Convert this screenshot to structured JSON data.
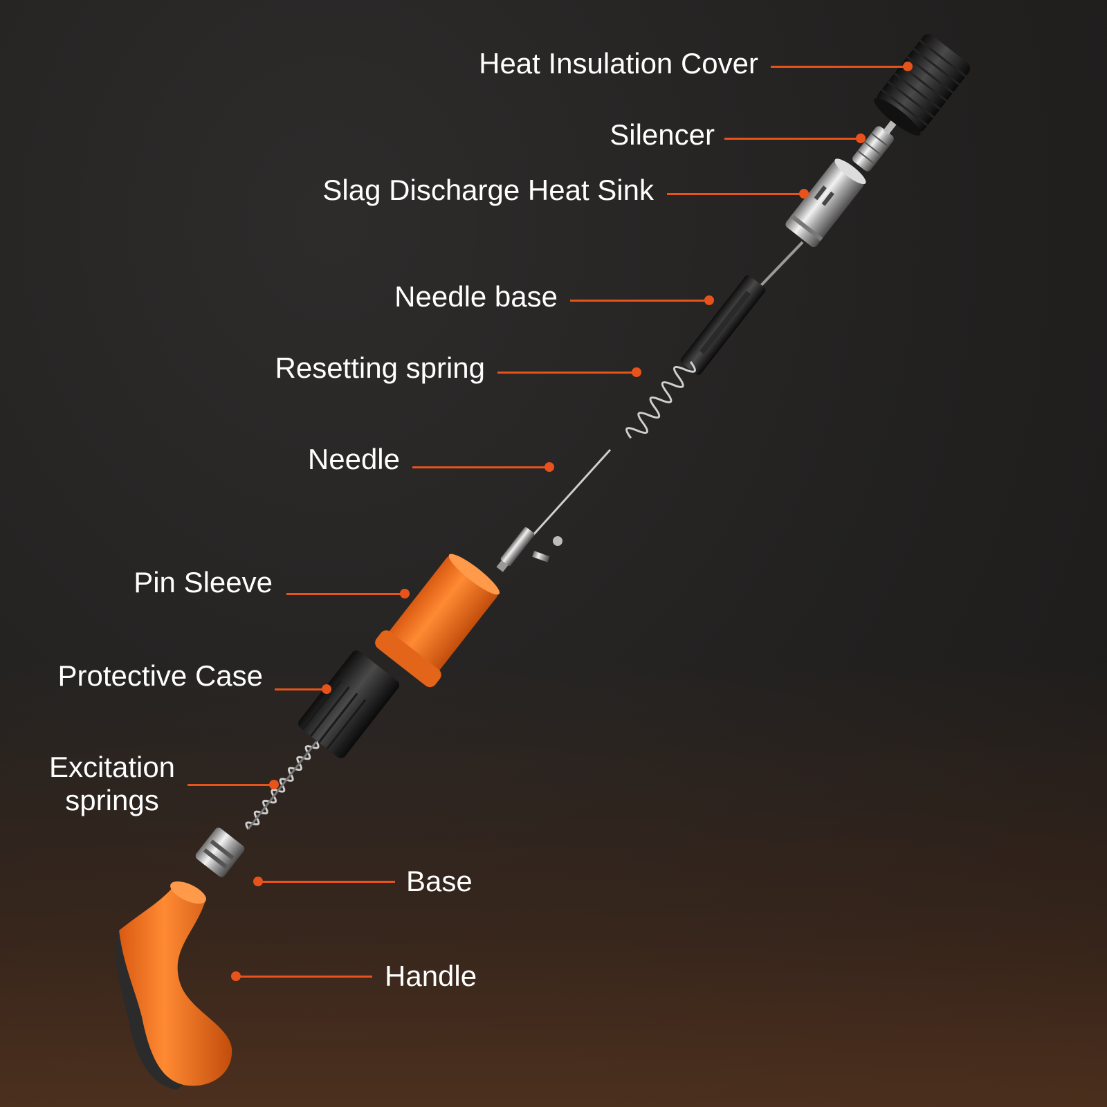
{
  "accent_color": "#e8531b",
  "parts": [
    {
      "id": "heat-insulation-cover",
      "label": "Heat Insulation Cover"
    },
    {
      "id": "silencer",
      "label": "Silencer"
    },
    {
      "id": "slag-discharge-heat-sink",
      "label": "Slag Discharge Heat Sink"
    },
    {
      "id": "needle-base",
      "label": "Needle base"
    },
    {
      "id": "resetting-spring",
      "label": "Resetting spring"
    },
    {
      "id": "needle",
      "label": "Needle"
    },
    {
      "id": "pin-sleeve",
      "label": "Pin Sleeve"
    },
    {
      "id": "protective-case",
      "label": "Protective Case"
    },
    {
      "id": "excitation-springs",
      "label_line1": "Excitation",
      "label_line2": "springs"
    },
    {
      "id": "base",
      "label": "Base"
    },
    {
      "id": "handle",
      "label": "Handle"
    }
  ]
}
